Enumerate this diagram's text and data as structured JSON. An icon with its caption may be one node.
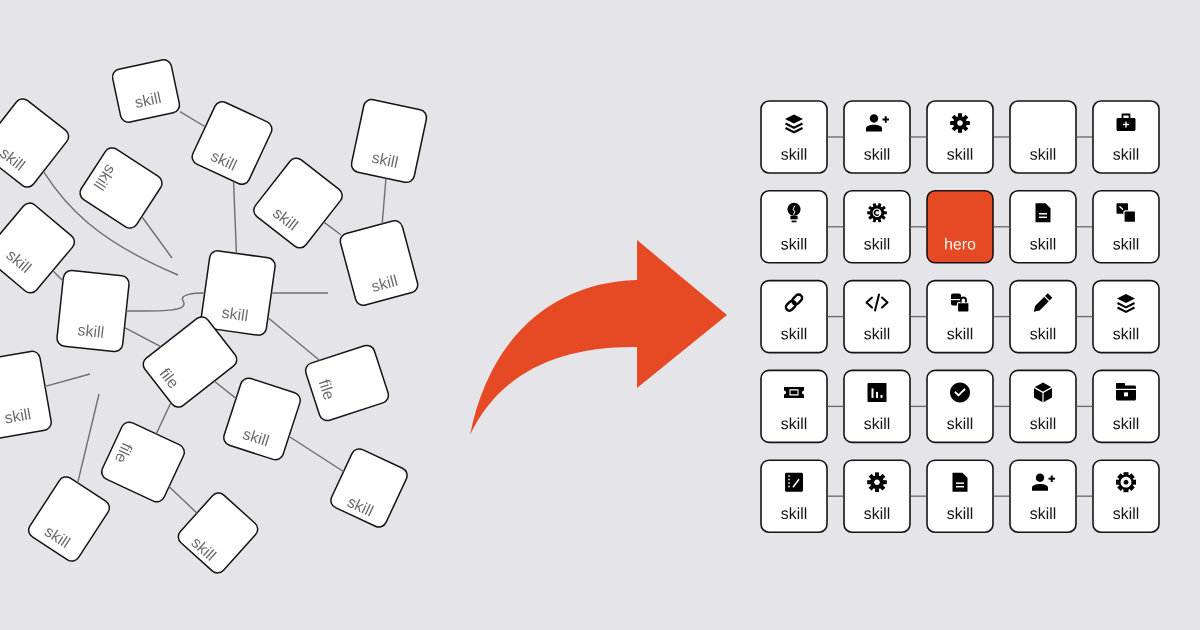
{
  "diagram": {
    "nodes": [
      {
        "text": [
          "skill"
        ]
      },
      {
        "text": [
          "skill"
        ]
      },
      {
        "text": [
          "skill"
        ]
      },
      {
        "text": [
          "skill"
        ]
      },
      {
        "text": [
          "skill"
        ]
      },
      {
        "text": [
          "skill"
        ]
      },
      {
        "text": [
          "skill"
        ]
      },
      {
        "text": [
          "skill"
        ]
      },
      {
        "text": [
          "skill"
        ]
      },
      {
        "text": [
          "skill"
        ]
      },
      {
        "text": [
          "file"
        ]
      },
      {
        "text": [
          "file"
        ]
      },
      {
        "text": [
          "skill"
        ]
      },
      {
        "text": [
          "skill"
        ]
      },
      {
        "text": [
          "file"
        ]
      },
      {
        "text": [
          "skill"
        ]
      },
      {
        "text": [
          "skill"
        ]
      },
      {
        "text": [
          "skill"
        ]
      },
      {
        "text": [
          "skill"
        ]
      },
      {
        "text": [
          "skill"
        ]
      },
      {
        "text": [
          "skill"
        ]
      },
      {
        "text": [
          "skill"
        ]
      },
      {
        "text": [
          "skill"
        ]
      },
      {
        "text": [
          "skill"
        ]
      },
      {
        "text": [
          "skill"
        ]
      },
      {
        "text": [
          "hero"
        ]
      },
      {
        "text": [
          "skill"
        ]
      },
      {
        "text": [
          "skill"
        ]
      },
      {
        "text": [
          "skill"
        ]
      },
      {
        "text": [
          "skill"
        ]
      },
      {
        "text": [
          "skill"
        ]
      },
      {
        "text": [
          "skill"
        ]
      },
      {
        "text": [
          "skill"
        ]
      },
      {
        "text": [
          "skill"
        ]
      },
      {
        "text": [
          "skill"
        ]
      },
      {
        "text": [
          "skill"
        ]
      },
      {
        "text": [
          "skill"
        ]
      },
      {
        "text": [
          "skill"
        ]
      },
      {
        "text": [
          "skill"
        ]
      },
      {
        "text": [
          "skill"
        ]
      },
      {
        "text": [
          "skill"
        ]
      },
      {
        "text": [
          "skill"
        ]
      },
      {
        "text": [
          "skill"
        ]
      }
    ],
    "edges": [
      {
        "from": 0,
        "to": 2,
        "arrow": "none"
      },
      {
        "from": 1,
        "to": null,
        "arrow": "none"
      },
      {
        "from": 2,
        "to": 9,
        "arrow": "none"
      },
      {
        "from": 3,
        "to": 7,
        "arrow": "none"
      },
      {
        "from": 4,
        "to": null,
        "arrow": "none"
      },
      {
        "from": 5,
        "to": 7,
        "arrow": "none"
      },
      {
        "from": 6,
        "to": 8,
        "arrow": "none"
      },
      {
        "from": 8,
        "to": 9,
        "arrow": "none"
      },
      {
        "from": 8,
        "to": 10,
        "arrow": "none"
      },
      {
        "from": 9,
        "to": null,
        "arrow": "none"
      },
      {
        "from": 9,
        "to": 11,
        "arrow": "none"
      },
      {
        "from": 10,
        "to": 13,
        "arrow": "none"
      },
      {
        "from": 10,
        "to": 14,
        "arrow": "none"
      },
      {
        "from": 12,
        "to": null,
        "arrow": "none"
      },
      {
        "from": 13,
        "to": 15,
        "arrow": "none"
      },
      {
        "from": null,
        "to": 16,
        "arrow": "none"
      },
      {
        "from": 14,
        "to": 17,
        "arrow": "none"
      },
      {
        "from": 18,
        "to": 19,
        "arrow": "none"
      },
      {
        "from": 19,
        "to": 20,
        "arrow": "none"
      },
      {
        "from": 20,
        "to": 21,
        "arrow": "none"
      },
      {
        "from": 21,
        "to": 22,
        "arrow": "none"
      },
      {
        "from": 23,
        "to": 24,
        "arrow": "none"
      },
      {
        "from": 24,
        "to": 25,
        "arrow": "none"
      },
      {
        "from": 25,
        "to": 26,
        "arrow": "none"
      },
      {
        "from": 26,
        "to": 27,
        "arrow": "none"
      },
      {
        "from": 28,
        "to": 29,
        "arrow": "none"
      },
      {
        "from": 29,
        "to": 30,
        "arrow": "none"
      },
      {
        "from": 30,
        "to": 31,
        "arrow": "none"
      },
      {
        "from": 31,
        "to": 32,
        "arrow": "none"
      },
      {
        "from": 33,
        "to": 34,
        "arrow": "none"
      },
      {
        "from": 34,
        "to": 35,
        "arrow": "none"
      },
      {
        "from": 35,
        "to": 36,
        "arrow": "none"
      },
      {
        "from": 36,
        "to": 37,
        "arrow": "none"
      },
      {
        "from": 38,
        "to": 39,
        "arrow": "none"
      },
      {
        "from": 39,
        "to": 40,
        "arrow": "none"
      },
      {
        "from": 40,
        "to": 41,
        "arrow": "none"
      },
      {
        "from": 41,
        "to": 42,
        "arrow": "none"
      }
    ]
  }
}
